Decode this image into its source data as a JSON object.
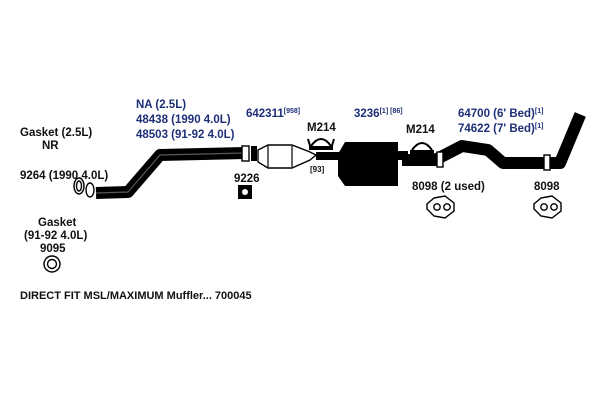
{
  "labels": {
    "gasket_25": "Gasket (2.5L)",
    "gasket_25_nr": "NR",
    "p9264": "9264 (1990 4.0L)",
    "gasket_91_line1": "Gasket",
    "gasket_91_line2": "(91-92 4.0L)",
    "p9095": "9095",
    "na_25": "NA (2.5L)",
    "p48438": "48438 (1990 4.0L)",
    "p48503": "48503 (91-92 4.0L)",
    "p642311": "642311",
    "p642311_ref": "[958]",
    "m214_left": "M214",
    "ref_93": "[93]",
    "p9226": "9226",
    "p3236": "3236",
    "p3236_ref1": "[1]",
    "p3236_ref2": "[86]",
    "m214_right": "M214",
    "p64700": "64700 (6' Bed)",
    "p64700_ref": "[1]",
    "p74622": "74622 (7' Bed)",
    "p74622_ref": "[1]",
    "p8098_used": "8098 (2 used)",
    "p8098": "8098",
    "footer": "DIRECT FIT MSL/MAXIMUM Muffler... 700045"
  },
  "colors": {
    "part_label": "#1e2f78",
    "text": "#111111",
    "pipe": "#000000"
  }
}
